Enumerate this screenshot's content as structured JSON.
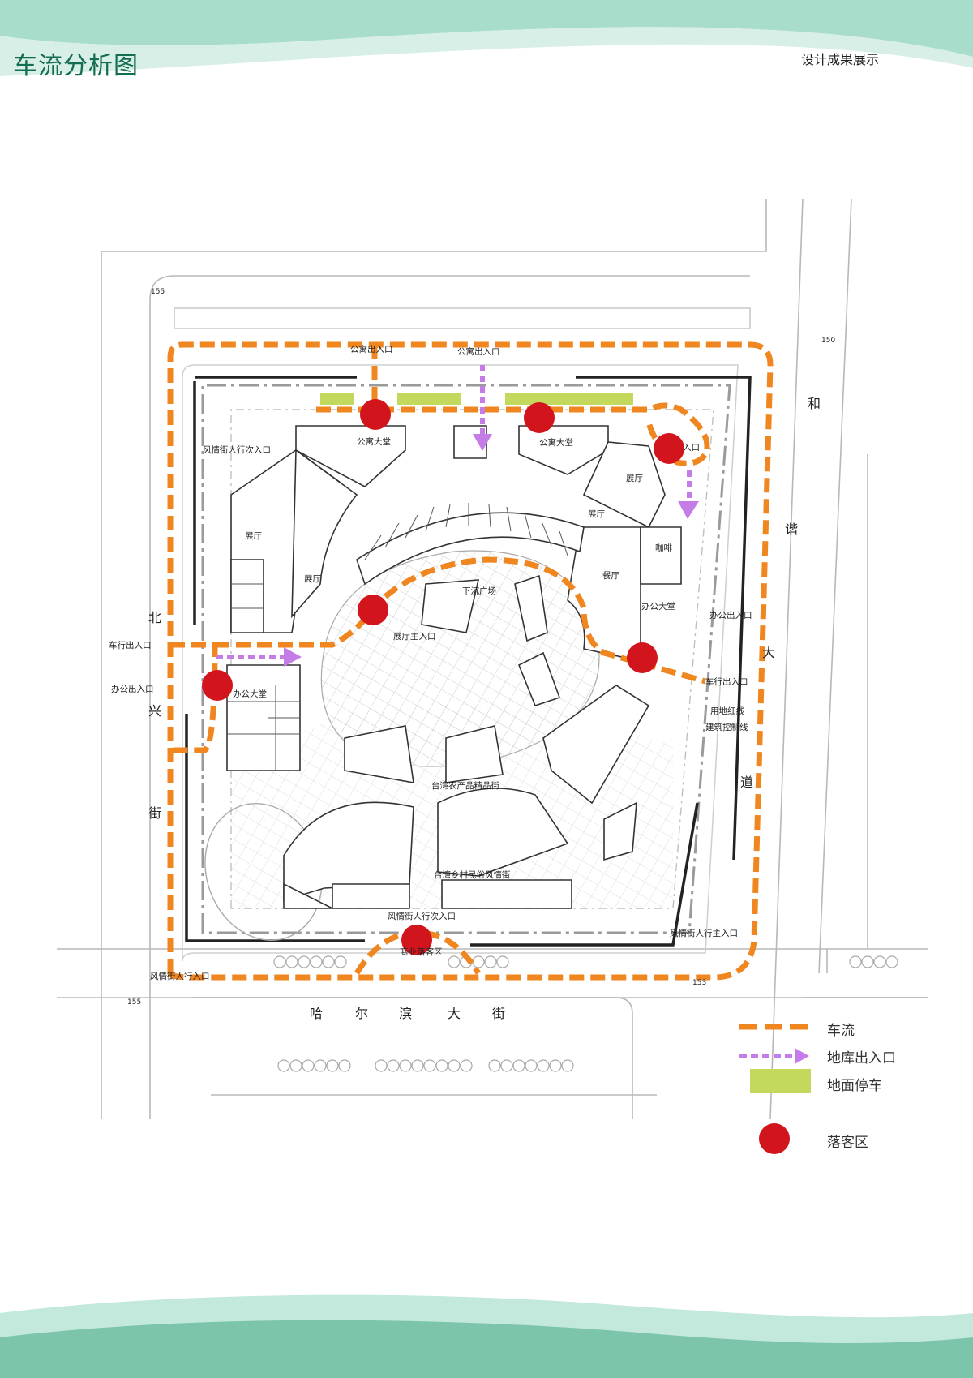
{
  "header": {
    "title": "车流分析图",
    "subtitle": "设计成果展示"
  },
  "colors": {
    "traffic": "#f0861f",
    "garage": "#c47de6",
    "parking": "#c3d95e",
    "dropoff": "#d2141c",
    "brand_green": "#146c52",
    "wave_light": "#a8dccb",
    "wave_dark": "#7cc5ab"
  },
  "map": {
    "roads": {
      "north_vertical": [
        "北",
        "兴",
        "街"
      ],
      "east_vertical": [
        "和",
        "谐",
        "大",
        "道"
      ],
      "south": [
        "哈",
        "尔",
        "滨",
        "大",
        "街"
      ]
    },
    "elevations": [
      "155",
      "150",
      "155",
      "153"
    ],
    "labels": {
      "apt_exit_a": "公寓出入口",
      "apt_exit_b": "公寓出入口",
      "entry_ne": "入口",
      "street_ped_2nd_nw": "风情街人行次入口",
      "apt_lobby_1": "公寓大堂",
      "apt_lobby_2": "公寓大堂",
      "hall_1": "展厅",
      "hall_2": "展厅",
      "hall_3": "展厅",
      "hall_4": "展厅",
      "coffee": "咖啡",
      "restaurant": "餐厅",
      "office_lobby_e": "办公大堂",
      "sunken_plaza": "下沉广场",
      "hall_main_entry": "展厅主入口",
      "office_exit_e": "办公出入口",
      "vehicle_exit_w": "车行出入口",
      "office_exit_w": "办公出入口",
      "office_lobby_w": "办公大堂",
      "vehicle_exit_e": "车行出入口",
      "red_line": "用地红线",
      "building_line": "建筑控制线",
      "taiwan_agri": "台湾农产品精品街",
      "taiwan_folk": "台湾乡村民俗风情街",
      "street_ped_2nd_s": "风情街人行次入口",
      "commercial_dropoff": "商业落客区",
      "street_ped_main_se": "风情街人行主入口",
      "street_ped_sw": "风情街人行入口"
    }
  },
  "legend": [
    {
      "key": "traffic",
      "label": "车流"
    },
    {
      "key": "garage",
      "label": "地库出入口"
    },
    {
      "key": "parking",
      "label": "地面停车"
    },
    {
      "key": "dropoff",
      "label": "落客区"
    }
  ]
}
